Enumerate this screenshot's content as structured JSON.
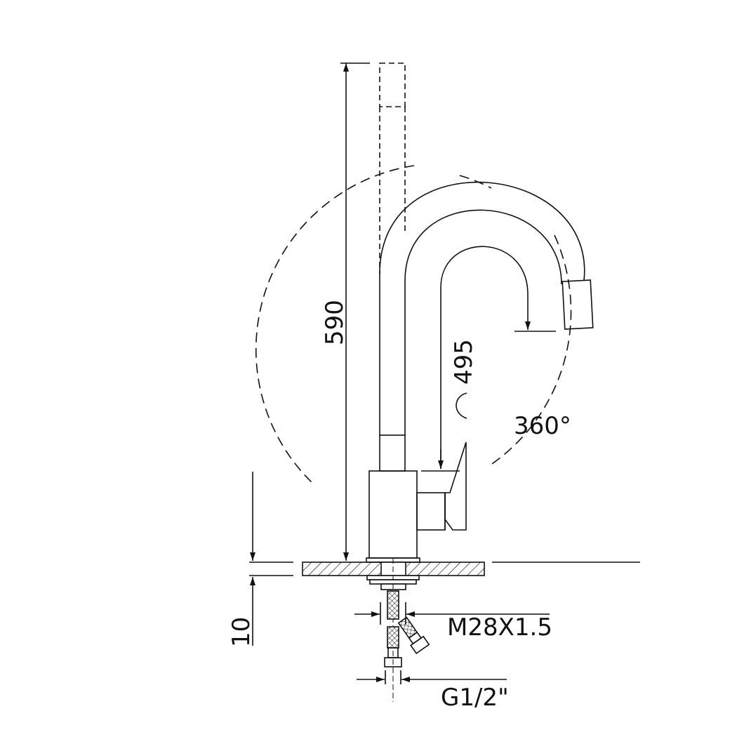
{
  "dimensions": {
    "height_total": "590",
    "spout_height": "495",
    "deck_thickness": "10",
    "rotation": "360°",
    "thread": "M28X1.5",
    "connection": "G1/2\""
  },
  "colors": {
    "line": "#111111",
    "background": "#ffffff"
  }
}
